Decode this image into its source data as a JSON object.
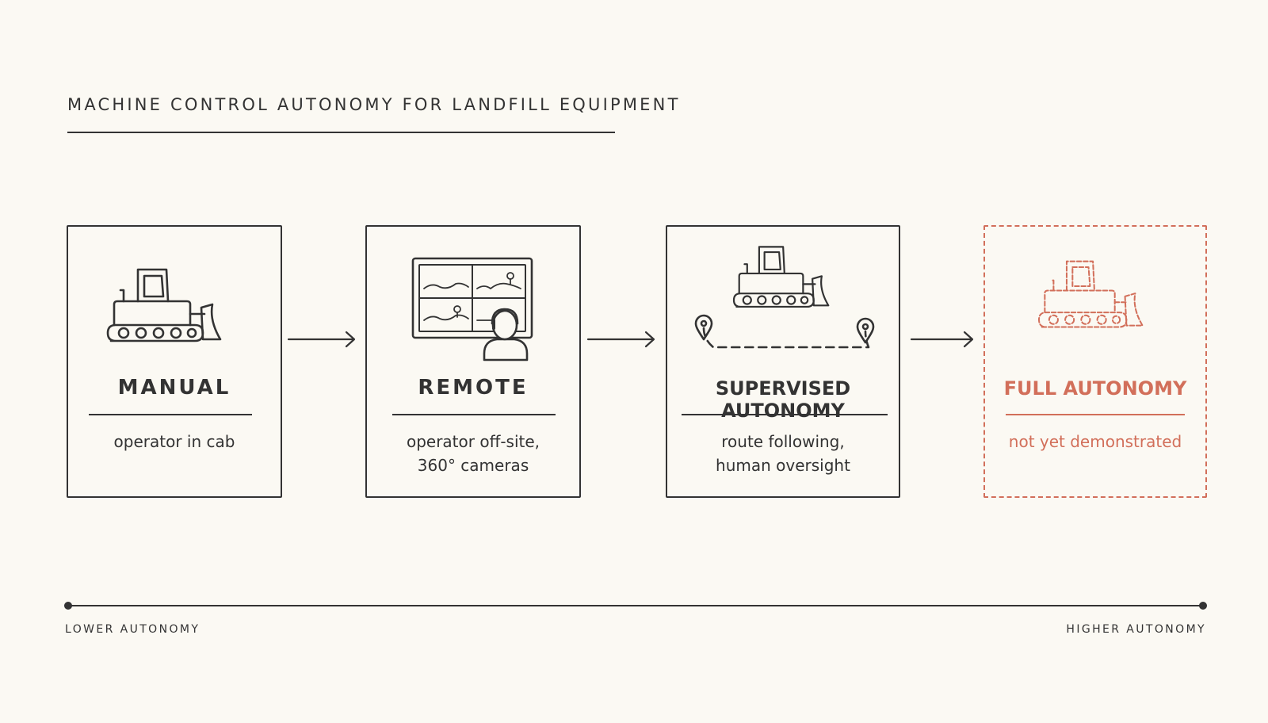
{
  "title": "MACHINE CONTROL AUTONOMY FOR LANDFILL EQUIPMENT",
  "stages": [
    {
      "label": "MANUAL",
      "description": [
        "operator in cab"
      ],
      "icon": "dozer-icon"
    },
    {
      "label": "REMOTE",
      "description": [
        "operator off-site,",
        "360° cameras"
      ],
      "icon": "remote-monitor-icon"
    },
    {
      "label": "SUPERVISED AUTONOMY",
      "description": [
        "route following,",
        "human oversight"
      ],
      "icon": "dozer-route-icon"
    },
    {
      "label": "FULL AUTONOMY",
      "description": [
        "not yet demonstrated"
      ],
      "icon": "dozer-dashed-icon"
    }
  ],
  "axis": {
    "low_label": "LOWER AUTONOMY",
    "high_label": "HIGHER AUTONOMY"
  },
  "colors": {
    "ink": "#333333",
    "accent": "#d26f5a",
    "background": "#fbf9f3"
  }
}
